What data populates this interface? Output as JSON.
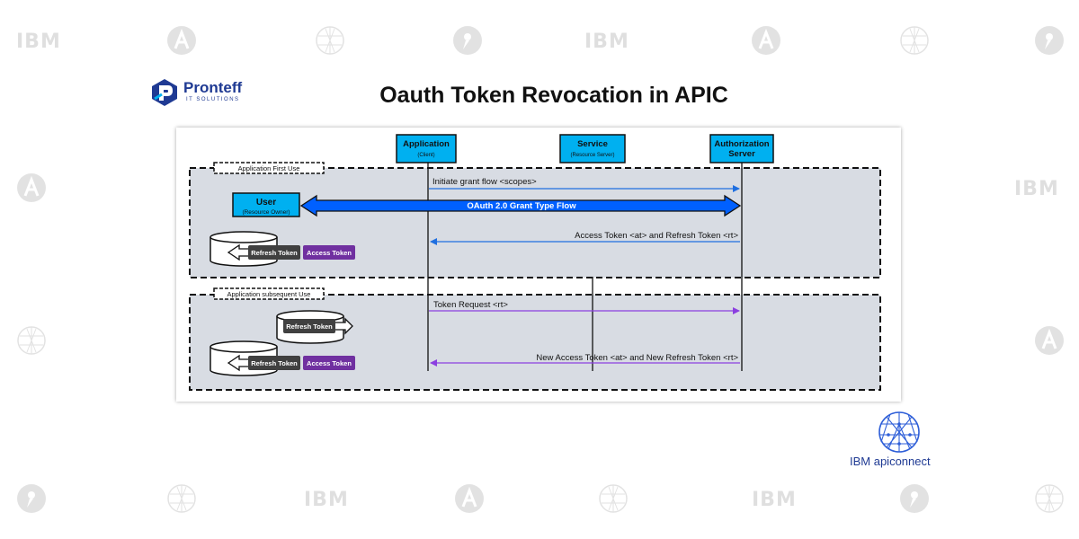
{
  "watermark": {
    "text": "IBM"
  },
  "brand": {
    "name": "Pronteff",
    "tagline": "IT SOLUTIONS"
  },
  "title": "Oauth Token Revocation in APIC",
  "footer_brand": "IBM apiconnect",
  "diagram": {
    "lifelines": {
      "application": {
        "title": "Application",
        "subtitle": "(Client)"
      },
      "service": {
        "title": "Service",
        "subtitle": "(Resource Server)"
      },
      "auth": {
        "title": "Authorization",
        "subtitle": "Server"
      }
    },
    "user": {
      "title": "User",
      "subtitle": "(Resource Owner)"
    },
    "sections": {
      "first": "Application First Use",
      "subsequent": "Application subsequent Use"
    },
    "messages": {
      "initiate": "Initiate grant flow <scopes>",
      "grant": "OAuth 2.0 Grant Type Flow",
      "tokens": "Access Token <at> and Refresh Token <rt>",
      "token_request": "Token Request <rt>",
      "new_tokens": "New Access Token <at> and New Refresh Token <rt>"
    },
    "badges": {
      "refresh": "Refresh Token",
      "access": "Access Token"
    }
  },
  "colors": {
    "lifeline_box": "#00b0f0",
    "section_bg": "#d8dce3",
    "blue_arrow": "#1f6fe0",
    "purple_arrow": "#8b3fe0",
    "refresh_badge": "#404040",
    "access_badge": "#7030a0"
  }
}
